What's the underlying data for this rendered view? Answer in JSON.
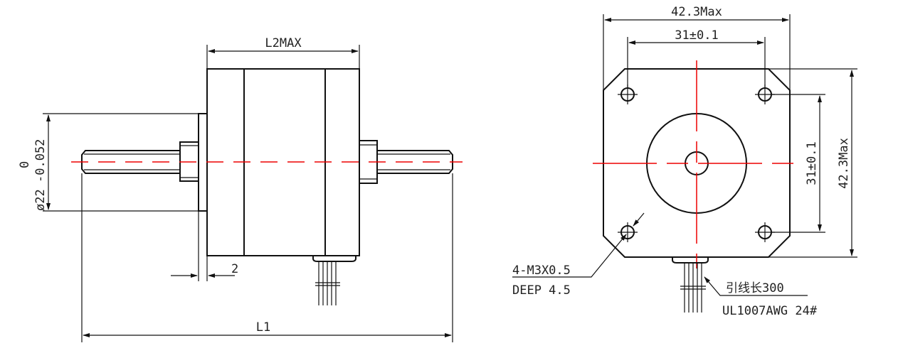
{
  "left_view": {
    "l2_label": "L2MAX",
    "dia_nominal": "ø22",
    "dia_upper_tol": "0",
    "dia_lower_tol": "-0.052",
    "flange_thickness": "2",
    "l1_label": "L1"
  },
  "right_view": {
    "width_overall": "42.3Max",
    "hole_spacing_h": "31±0.1",
    "hole_spacing_v": "31±0.1",
    "height_overall": "42.3Max",
    "thread_spec": "4-M3X0.5",
    "thread_depth": "DEEP 4.5",
    "lead_length": "引线长300",
    "wire_spec": "UL1007AWG 24#"
  },
  "colors": {
    "line": "#111111",
    "centerline": "#ee0000"
  }
}
